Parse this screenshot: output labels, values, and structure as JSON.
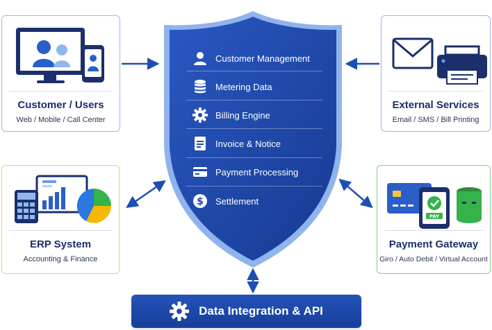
{
  "center": {
    "items": [
      {
        "label": "Customer Management",
        "icon": "user-icon"
      },
      {
        "label": "Metering Data",
        "icon": "database-icon"
      },
      {
        "label": "Billing Engine",
        "icon": "gear-icon"
      },
      {
        "label": "Invoice & Notice",
        "icon": "document-icon"
      },
      {
        "label": "Payment Processing",
        "icon": "card-icon"
      },
      {
        "label": "Settlement",
        "icon": "dollar-coin-icon"
      }
    ]
  },
  "nodes": {
    "customer": {
      "title": "Customer / Users",
      "subtitle": "Web / Mobile / Call Center"
    },
    "external": {
      "title": "External Services",
      "subtitle": "Email / SMS / Bill Printing"
    },
    "erp": {
      "title": "ERP System",
      "subtitle": "Accounting & Finance"
    },
    "payment": {
      "title": "Payment Gateway",
      "subtitle": "Giro / Auto Debit / Virtual Account",
      "pay_badge": "PAY"
    }
  },
  "api": {
    "label": "Data Integration & API",
    "icon": "gear-icon"
  },
  "colors": {
    "shield": "#1e47ad",
    "navy": "#1a2f6b",
    "blue_border": "#9bb6e6",
    "yellow_border": "#f0cc72",
    "green_border": "#86cc8a",
    "arrow": "#1d4db5"
  }
}
